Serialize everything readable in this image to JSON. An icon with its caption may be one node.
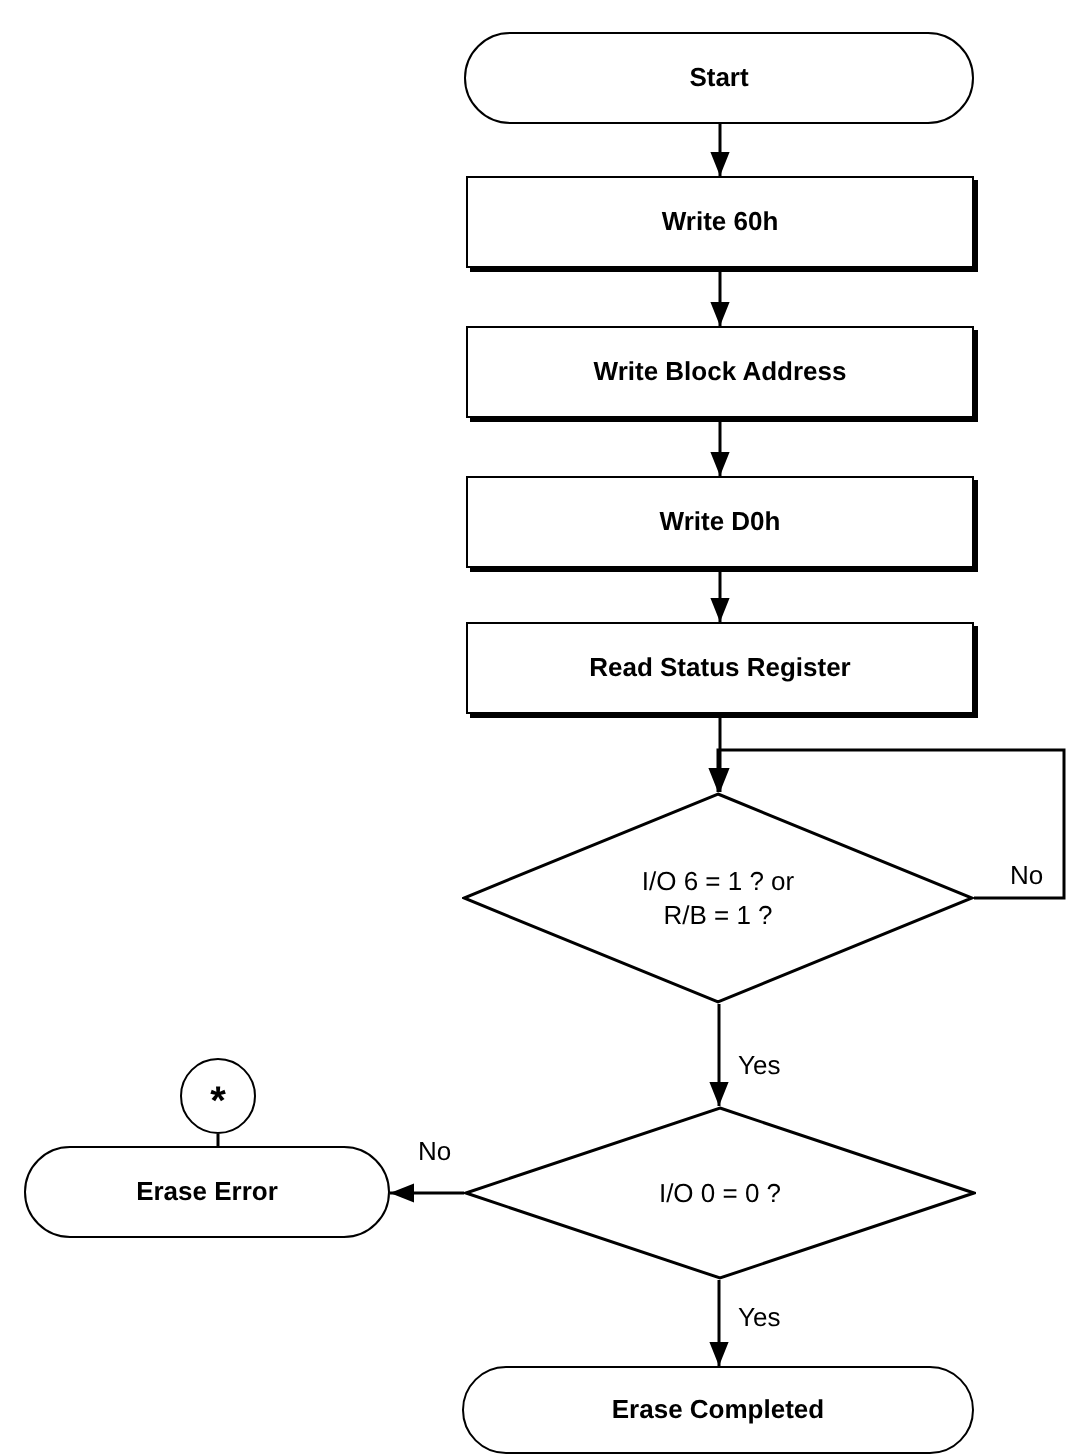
{
  "diagram": {
    "nodes": [
      {
        "text": [
          "Start"
        ]
      },
      {
        "text": [
          "Write 60h"
        ]
      },
      {
        "text": [
          "Write Block Address"
        ]
      },
      {
        "text": [
          "Write D0h"
        ]
      },
      {
        "text": [
          "Read Status Register"
        ]
      },
      {
        "text": [
          "I/O 6 = 1 ? or R/B = 1 ?"
        ]
      },
      {
        "text": [
          "I/O 0 = 0 ?"
        ]
      },
      {
        "text": [
          "*"
        ]
      },
      {
        "text": [
          "Erase Error"
        ]
      },
      {
        "text": [
          "Erase Completed"
        ]
      }
    ],
    "edges": [
      {
        "from": 0,
        "to": 1,
        "arrow": "to"
      },
      {
        "from": 1,
        "to": 2,
        "arrow": "to"
      },
      {
        "from": 2,
        "to": 3,
        "arrow": "to"
      },
      {
        "from": 3,
        "to": 4,
        "arrow": "to"
      },
      {
        "from": 4,
        "to": 5,
        "arrow": "to"
      },
      {
        "from": 5,
        "to": 5,
        "arrow": "to",
        "label": "No"
      },
      {
        "from": 5,
        "to": 6,
        "arrow": "to",
        "label": "Yes"
      },
      {
        "from": 6,
        "to": 8,
        "arrow": "to",
        "label": "No"
      },
      {
        "from": 6,
        "to": 9,
        "arrow": "to",
        "label": "Yes"
      },
      {
        "from": 7,
        "to": 8,
        "arrow": "none"
      }
    ]
  }
}
